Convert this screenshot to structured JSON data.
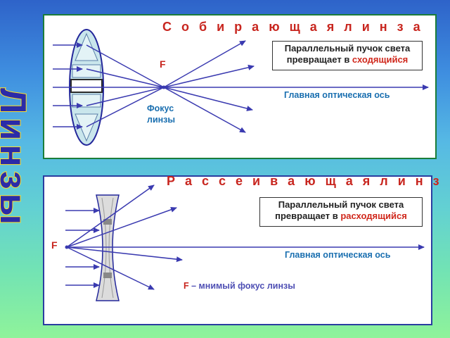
{
  "side_title": "Линзы",
  "converging": {
    "title": "С о б и р а ю щ а я   л и н з а",
    "box_line1": "Параллельный пучок света",
    "box_line2_prefix": "превращает в ",
    "box_line2_highlight": "сходящийся",
    "axis_label": "Главная оптическая ось",
    "focus_letter": "F",
    "focus_caption_line1": "Фокус",
    "focus_caption_line2": "линзы"
  },
  "diverging": {
    "title_line1": "Р а с с е и в а ю щ а я   л и н з",
    "title_line2": "а",
    "box_line1": "Параллельный пучок света",
    "box_line2_prefix": "превращает в ",
    "box_line2_highlight": "расходящийся",
    "axis_label": "Главная оптическая ось",
    "focus_letter": "F",
    "note_focus": "F",
    "note_text": " – мнимый фокус линзы"
  },
  "colors": {
    "ray": "#3a3ab0",
    "lens_fill": "#c9e6ec",
    "lens_edge": "#23279a",
    "title_red": "#c8261f",
    "label_blue": "#1a6fb0"
  }
}
